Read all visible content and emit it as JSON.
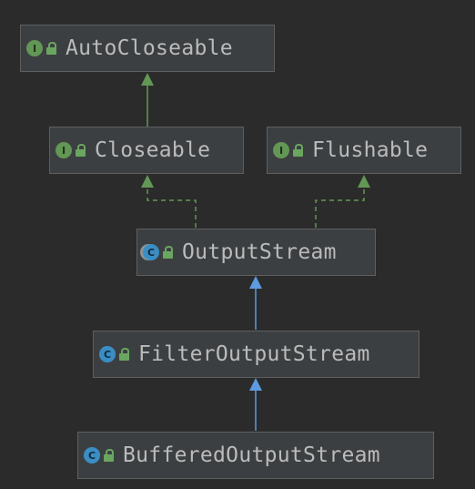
{
  "colors": {
    "background": "#2b2b2b",
    "node_fill": "#3c3f41",
    "node_border": "#5e6060",
    "text": "#bbbbbb",
    "interface_badge": "#629755",
    "class_badge": "#3b8ec4",
    "implements_edge": "#629755",
    "extends_edge": "#5d9ae0"
  },
  "nodes": {
    "autocloseable": {
      "kind": "interface",
      "badge": "I",
      "label": "AutoCloseable"
    },
    "closeable": {
      "kind": "interface",
      "badge": "I",
      "label": "Closeable"
    },
    "flushable": {
      "kind": "interface",
      "badge": "I",
      "label": "Flushable"
    },
    "outputstream": {
      "kind": "abstract-class",
      "badge": "C",
      "label": "OutputStream"
    },
    "filteroutputstream": {
      "kind": "class",
      "badge": "C",
      "label": "FilterOutputStream"
    },
    "bufferedoutputstream": {
      "kind": "class",
      "badge": "C",
      "label": "BufferedOutputStream"
    }
  },
  "edges": [
    {
      "from": "Closeable",
      "to": "AutoCloseable",
      "relation": "extends-interface"
    },
    {
      "from": "OutputStream",
      "to": "Closeable",
      "relation": "implements"
    },
    {
      "from": "OutputStream",
      "to": "Flushable",
      "relation": "implements"
    },
    {
      "from": "FilterOutputStream",
      "to": "OutputStream",
      "relation": "extends"
    },
    {
      "from": "BufferedOutputStream",
      "to": "FilterOutputStream",
      "relation": "extends"
    }
  ]
}
